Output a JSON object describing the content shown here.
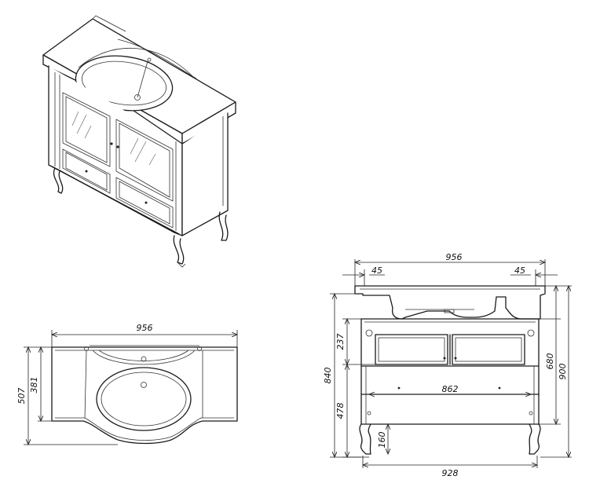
{
  "views": {
    "isometric": {},
    "top": {
      "width": "956",
      "depth_total": "507",
      "depth_basin": "381"
    },
    "front": {
      "width_top": "956",
      "edge_left": "45",
      "edge_right": "45",
      "cabinet_width": "928",
      "inner_width": "862",
      "height_total": "900",
      "height_body": "840",
      "height_cabinet": "680",
      "door_height": "237",
      "lower_height": "478",
      "leg_height": "160"
    }
  },
  "colors": {
    "line": "#1a1a1a",
    "background": "#ffffff"
  }
}
